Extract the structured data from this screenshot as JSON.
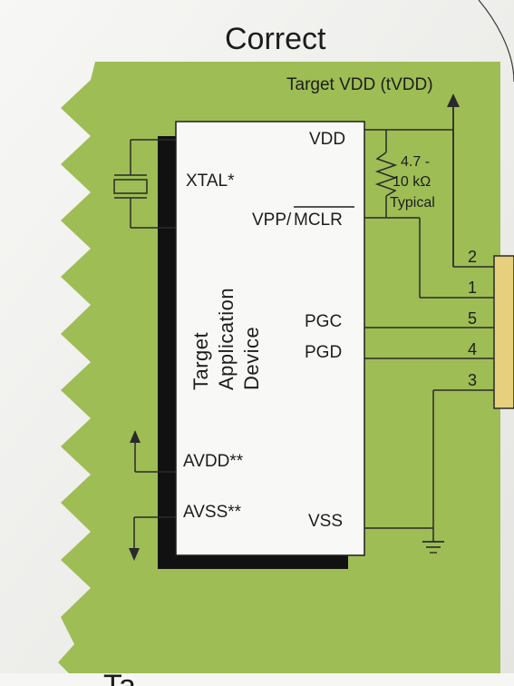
{
  "diagram": {
    "title": "Correct",
    "target_vdd": "Target VDD (tVDD)",
    "resistor_line1": "4.7 -",
    "resistor_line2": "10 kΩ",
    "resistor_line3": "Typical",
    "device_line1": "Target",
    "device_line2": "Application",
    "device_line3": "Device",
    "pins": {
      "vdd": "VDD",
      "xtal": "XTAL*",
      "vpp_mclr_a": "VPP/",
      "vpp_mclr_b": "MCLR",
      "pgc": "PGC",
      "pgd": "PGD",
      "avdd": "AVDD**",
      "avss": "AVSS**",
      "vss": "VSS"
    },
    "connector_pins": [
      "2",
      "1",
      "5",
      "4",
      "3"
    ],
    "bottom_fragment": "Ta",
    "colors": {
      "background": "#f1f1ef",
      "green": "#9ebd55",
      "connector": "#e6cf7d",
      "line": "#2a2a2a",
      "device_shadow": "#111111"
    }
  }
}
